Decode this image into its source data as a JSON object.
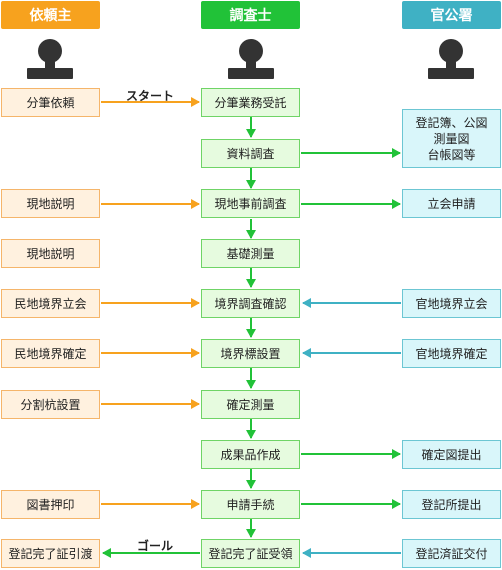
{
  "headers": {
    "client": "依頼主",
    "surveyor": "調査士",
    "office": "官公署"
  },
  "labels": {
    "start": "スタート",
    "goal": "ゴール"
  },
  "client_boxes": [
    "分筆依頼",
    "現地説明",
    "現地説明",
    "民地境界立会",
    "民地境界確定",
    "分割杭設置",
    "図書押印",
    "登記完了証引渡"
  ],
  "surveyor_boxes": [
    "分筆業務受託",
    "資料調査",
    "現地事前調査",
    "基礎測量",
    "境界調査確認",
    "境界標設置",
    "確定測量",
    "成果品作成",
    "申請手続",
    "登記完了証受領"
  ],
  "office_boxes": {
    "line1": "登記簿、公図",
    "line2": "測量図",
    "line3": "台帳図等",
    "items": [
      "立会申請",
      "官地境界立会",
      "官地境界確定",
      "確定図提出",
      "登記所提出",
      "登記済証交付"
    ]
  },
  "colors": {
    "client": "#f7a21e",
    "surveyor": "#21c238",
    "office": "#3fb1c4"
  }
}
